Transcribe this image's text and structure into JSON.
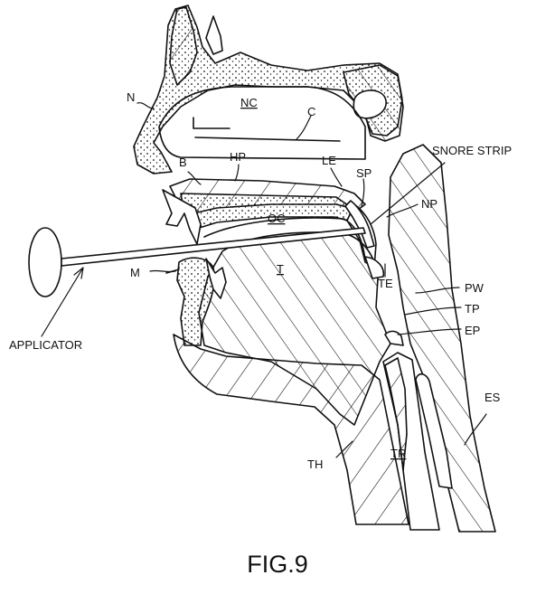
{
  "figure": {
    "caption": "FIG.9",
    "labels": {
      "N": "N",
      "NC": "NC",
      "C": "C",
      "B": "B",
      "HP": "HP",
      "LE": "LE",
      "SP": "SP",
      "snore_strip": "SNORE STRIP",
      "NP": "NP",
      "OC": "OC",
      "T": "T",
      "TE": "TE",
      "M": "M",
      "PW": "PW",
      "TP": "TP",
      "EP": "EP",
      "applicator": "APPLICATOR",
      "ES": "ES",
      "TH": "TH",
      "TR": "TR"
    },
    "colors": {
      "line": "#111111",
      "background": "#ffffff"
    }
  }
}
